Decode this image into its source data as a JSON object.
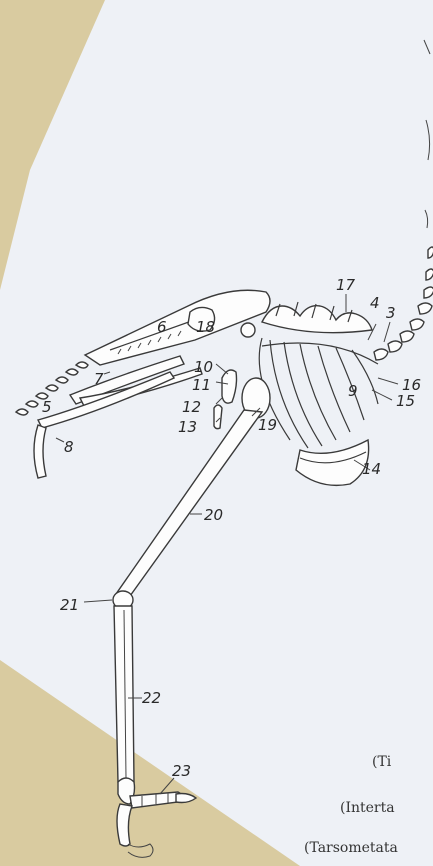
{
  "colors": {
    "backdrop": "#d9cba0",
    "page": "#eef1f6",
    "ink": "#3a3a3a"
  },
  "labels": {
    "l3": "3",
    "l4": "4",
    "l5": "5",
    "l6": "6",
    "l7": "7",
    "l8": "8",
    "l9": "9",
    "l10": "10",
    "l11": "11",
    "l12": "12",
    "l13": "13",
    "l14": "14",
    "l15": "15",
    "l16": "16",
    "l17": "17",
    "l18": "18",
    "l19": "19",
    "l20": "20",
    "l21": "21",
    "l22": "22",
    "l23": "23"
  },
  "captions": {
    "c1": "(Ti",
    "c2": "(Interta",
    "c3": "(Tarsometata"
  }
}
